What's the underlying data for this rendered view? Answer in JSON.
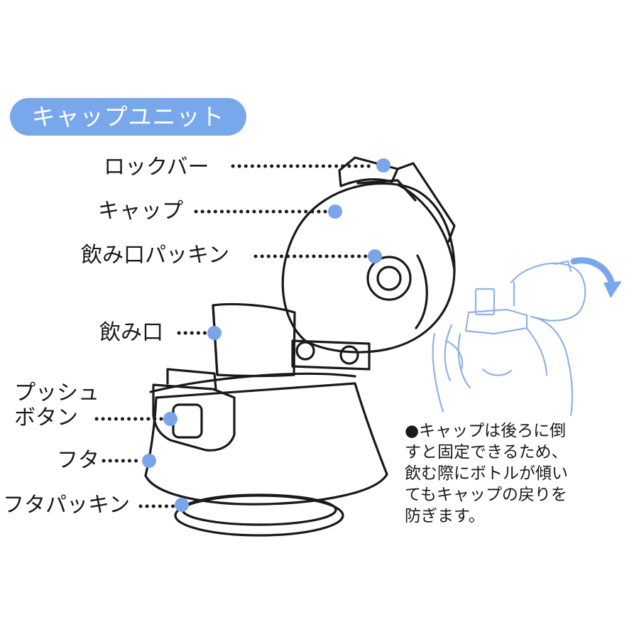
{
  "title_badge": "キャップユニット",
  "labels": {
    "lock_bar": "ロックバー",
    "cap": "キャップ",
    "mouthpiece_packing": "飲み口パッキン",
    "mouthpiece": "飲み口",
    "push_button_line1": "プッシュ",
    "push_button_line2": "ボタン",
    "lid": "フタ",
    "lid_packing": "フタパッキン"
  },
  "note": {
    "line1": "●キャップは後ろに倒",
    "line2": "すと固定できるため、",
    "line3": "飲む際にボトルが傾い",
    "line4": "てもキャップの戻りを",
    "line5": "防ぎます。"
  },
  "colors": {
    "accent": "#79a7ec",
    "marker": "#7aa5e8",
    "sketch": "#8fb2e6",
    "outline": "#1a1a1a"
  }
}
